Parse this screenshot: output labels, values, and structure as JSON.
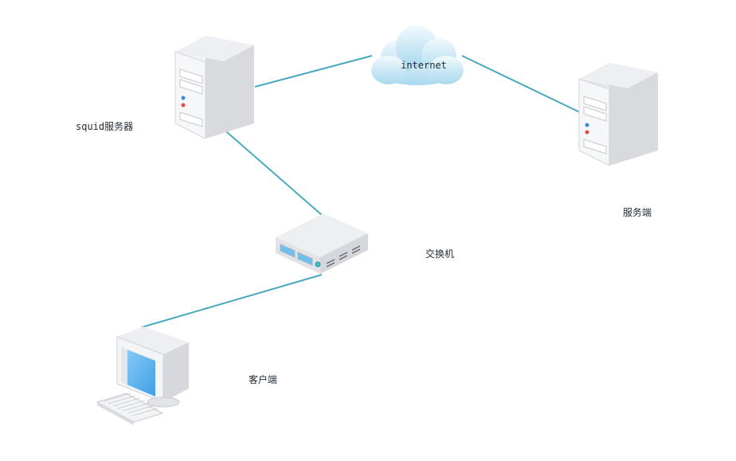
{
  "diagram": {
    "nodes": {
      "squid": {
        "label": "squid服务器",
        "icon": "server-tower-icon"
      },
      "internet": {
        "label": "internet",
        "icon": "cloud-icon"
      },
      "server": {
        "label": "服务端",
        "icon": "server-tower-icon"
      },
      "switch": {
        "label": "交换机",
        "icon": "network-switch-icon"
      },
      "client": {
        "label": "客户端",
        "icon": "desktop-computer-icon"
      }
    },
    "edges": [
      {
        "from": "squid",
        "to": "internet"
      },
      {
        "from": "internet",
        "to": "server"
      },
      {
        "from": "squid",
        "to": "switch"
      },
      {
        "from": "switch",
        "to": "client"
      }
    ],
    "colors": {
      "link": "#4aa8bd",
      "device_light": "#f1f2f4",
      "device_mid": "#dcdde1",
      "device_dark": "#c4c6cc",
      "cloud": "#b9e0f1",
      "screen": "#5fb6ee"
    }
  }
}
